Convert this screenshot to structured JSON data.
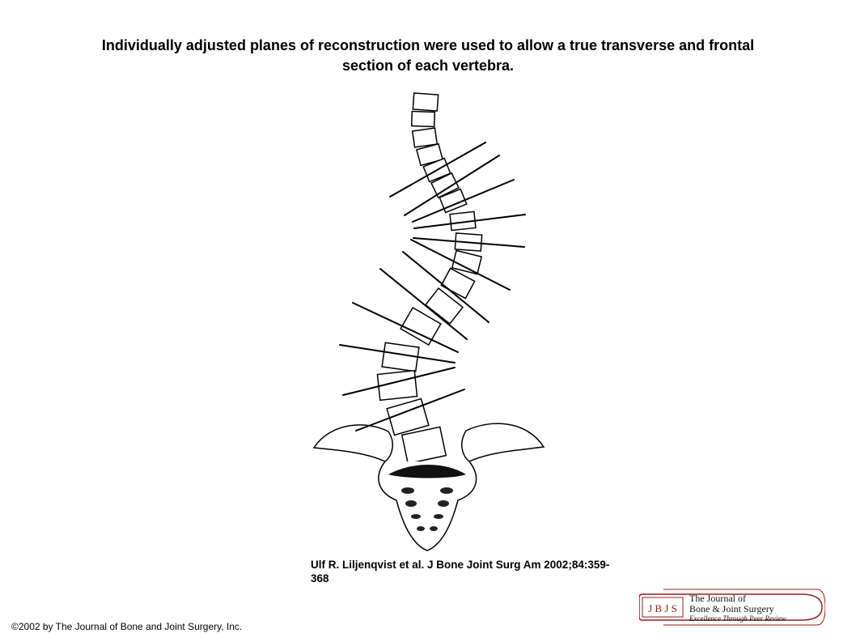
{
  "header": {
    "title_line1": "Individually adjusted planes of reconstruction were used to allow a true transverse and frontal",
    "title_line2": "section of each vertebra."
  },
  "citation": {
    "line1": "Ulf R. Liljenqvist et al. J Bone Joint Surg Am 2002;84:359-",
    "line2": "368"
  },
  "footer": {
    "copyright": "©2002 by The Journal of Bone and Joint Surgery, Inc."
  },
  "logo": {
    "monogram": "J B J S",
    "line1": "The Journal of",
    "line2": "Bone & Joint Surgery",
    "tagline": "Excellence Through Peer Review"
  }
}
